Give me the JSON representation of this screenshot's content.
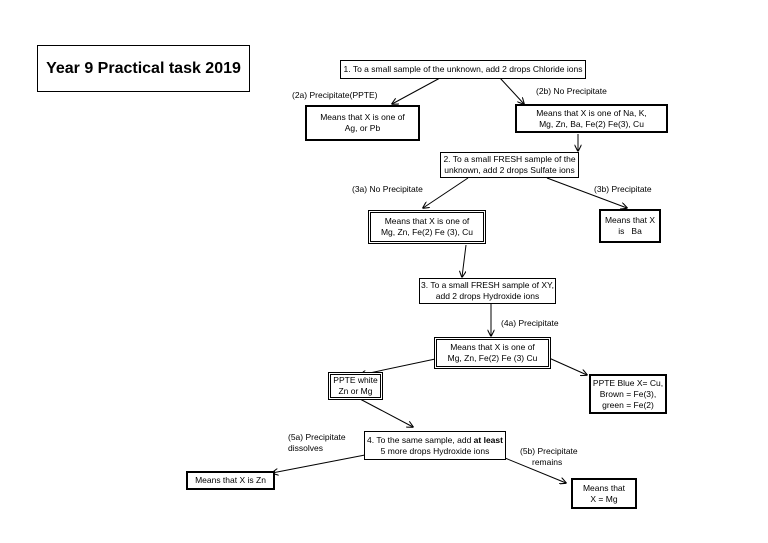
{
  "title": "Year 9 Practical task 2019",
  "boxes": {
    "step1": "1. To a small sample of the unknown, add 2 drops Chloride ions",
    "ag_pb": [
      "Means that X is one of",
      "Ag, or Pb"
    ],
    "na_group": [
      "Means that X is one of Na, K,",
      "Mg, Zn, Ba, Fe(2) Fe(3), Cu"
    ],
    "step2": [
      "2. To a small FRESH sample of the",
      "unknown, add 2 drops Sulfate ions"
    ],
    "mg_group": [
      "Means that X is one of",
      "Mg, Zn, Fe(2) Fe (3), Cu"
    ],
    "ba": [
      "Means that X",
      "is   Ba"
    ],
    "step3": [
      "3. To a small FRESH sample of XY,",
      "add 2 drops Hydroxide ions"
    ],
    "mg_group2": [
      "Means that X is one of",
      "Mg, Zn, Fe(2) Fe (3) Cu"
    ],
    "white": [
      "PPTE white",
      "Zn or Mg"
    ],
    "blue": [
      "PPTE Blue X= Cu,",
      "Brown = Fe(3),",
      "green = Fe(2)"
    ],
    "step4": {
      "line1_pre": "4. To the same sample, add ",
      "line1_bold": "at least",
      "line2": "5 more drops Hydroxide ions"
    },
    "zn": "Means that X is Zn",
    "mg": [
      "Means that",
      "X = Mg"
    ]
  },
  "labels": {
    "l2a": "(2a) Precipitate(PPTE)",
    "l2b": "(2b) No Precipitate",
    "l3a": "(3a) No Precipitate",
    "l3b": "(3b) Precipitate",
    "l4a": "(4a) Precipitate",
    "l5a": [
      "(5a) Precipitate",
      "dissolves"
    ],
    "l5b": [
      "(5b) Precipitate",
      "remains"
    ]
  }
}
